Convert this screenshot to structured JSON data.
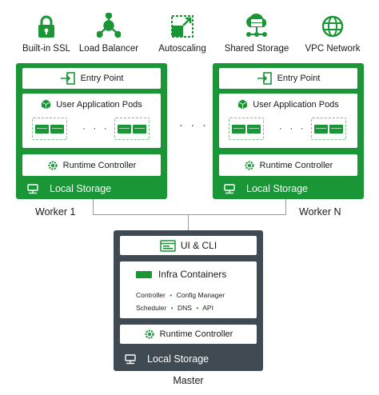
{
  "features": [
    {
      "label": "Built-in SSL",
      "icon": "lock-icon"
    },
    {
      "label": "Load Balancer",
      "icon": "network-hub-icon"
    },
    {
      "label": "Autoscaling",
      "icon": "autoscale-icon"
    },
    {
      "label": "Shared Storage",
      "icon": "cloud-storage-icon"
    },
    {
      "label": "VPC Network",
      "icon": "globe-icon"
    }
  ],
  "worker1": {
    "entry": "Entry Point",
    "pods": "User Application Pods",
    "runtime": "Runtime Controller",
    "storage": "Local Storage",
    "name": "Worker 1"
  },
  "workerN": {
    "entry": "Entry Point",
    "pods": "User Application Pods",
    "runtime": "Runtime Controller",
    "storage": "Local Storage",
    "name": "Worker N"
  },
  "between_workers": "· · ·",
  "pod_dots": "· · ·",
  "master": {
    "ui": "UI & CLI",
    "infra": "Infra Containers",
    "infra_line1": [
      "Controller",
      "Config Manager"
    ],
    "infra_line2": [
      "Scheduler",
      "DNS",
      "API"
    ],
    "runtime": "Runtime Controller",
    "storage": "Local Storage",
    "name": "Master"
  },
  "colors": {
    "green": "#1a9637",
    "dark": "#3f4a52"
  }
}
